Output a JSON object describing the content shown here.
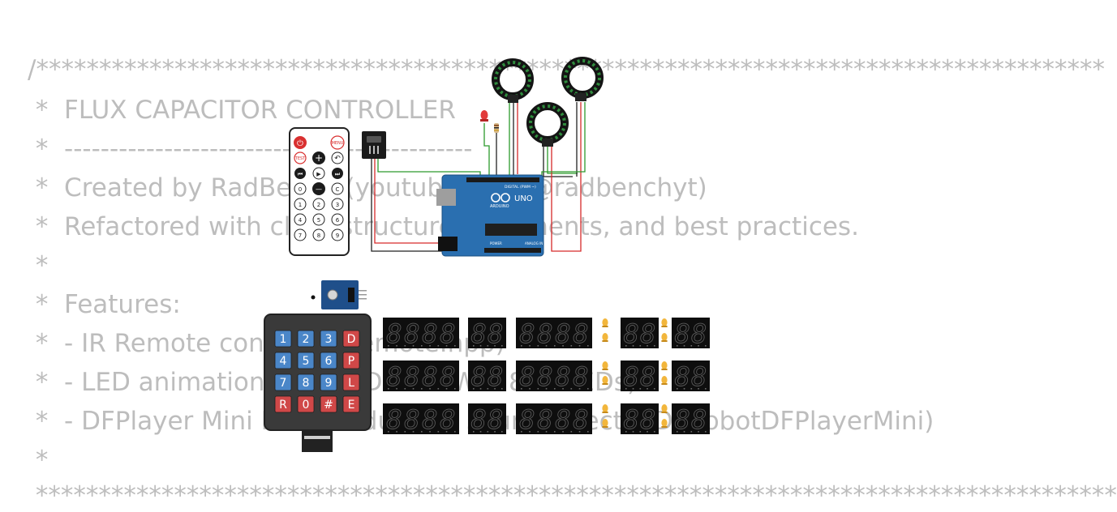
{
  "code_lines": [
    "/*************************************************************************************",
    " *  FLUX CAPACITOR CONTROLLER",
    " *  ---------------------------------------------",
    " *  Created by RadBench (youtube.com/@radbenchyt)",
    " *  Refactored with clear structure, comments, and best practices.",
    " *",
    " *  Features:",
    " *  - IR Remote control (IRremote.hpp)",
    " *  - LED animation (FastLED with WS2812 LEDs)",
    " *  - DFPlayer Mini MP3 module for sound effects (DFRobotDFPlayerMini)",
    " *",
    " **************************************************************************************"
  ],
  "remote": {
    "power_label": "⏻",
    "menu_label": "MENU",
    "test_label": "TEST",
    "plus_label": "+",
    "back_label": "↶",
    "rewind_label": "⏮",
    "play_label": "▶",
    "forward_label": "⏭",
    "zero_label": "0",
    "minus_label": "—",
    "clear_label": "C",
    "digits": [
      "1",
      "2",
      "3",
      "4",
      "5",
      "6",
      "7",
      "8",
      "9"
    ]
  },
  "arduino": {
    "brand_label": "ARDUINO",
    "model_label": "UNO",
    "digital_label": "DIGITAL (PWM ~)",
    "analog_label": "ANALOG IN",
    "power_label": "POWER"
  },
  "keypad": {
    "keys": [
      [
        "1",
        "2",
        "3",
        "D"
      ],
      [
        "4",
        "5",
        "6",
        "P"
      ],
      [
        "7",
        "8",
        "9",
        "L"
      ],
      [
        "R",
        "0",
        "#",
        "E"
      ]
    ]
  },
  "display_digit": "8",
  "colors": {
    "code_text": "#bdbdbd",
    "arduino_blue": "#2a6fb0",
    "keypad_blue": "#4a86c8",
    "keypad_red": "#d04848",
    "ring_green": "#2f8c3d",
    "wire_red": "#d62a2a",
    "wire_green": "#2c9a2c",
    "led_amber": "#f2b63c"
  }
}
